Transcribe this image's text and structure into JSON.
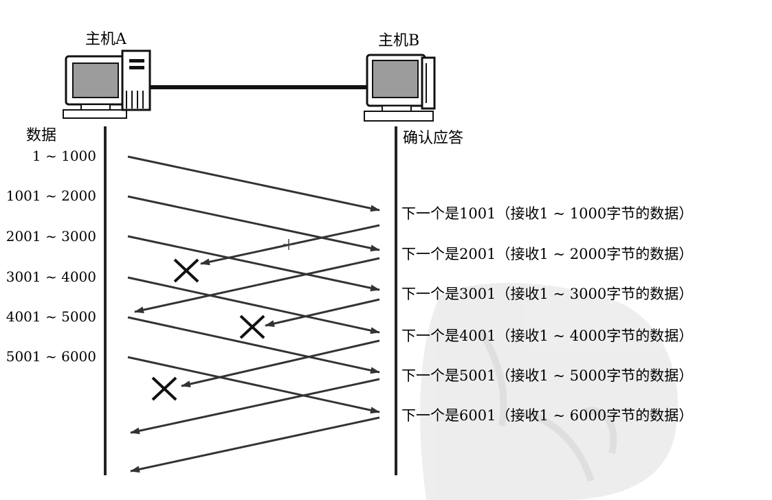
{
  "host_a": {
    "label": "主机A"
  },
  "host_b": {
    "label": "主机B"
  },
  "data_column_title": "数据",
  "ack_column_title": "确认应答",
  "segments": [
    "1 ~ 1000",
    "1001 ~ 2000",
    "2001 ~ 3000",
    "3001 ~ 4000",
    "4001 ~ 5000",
    "5001 ~ 6000"
  ],
  "acks": [
    "下一个是1001（接收1 ~ 1000字节的数据）",
    "下一个是2001（接收1 ~ 2000字节的数据）",
    "下一个是3001（接收1 ~ 3000字节的数据）",
    "下一个是4001（接收1 ~ 4000字节的数据）",
    "下一个是5001（接收1 ~ 5000字节的数据）",
    "下一个是6001（接收1 ~ 6000字节的数据）"
  ],
  "lost_ack_count": 3,
  "colors": {
    "line": "#333333",
    "ink": "#1a1a1a",
    "screen": "#9c9c9c",
    "watermark": "#e6e6e6"
  }
}
